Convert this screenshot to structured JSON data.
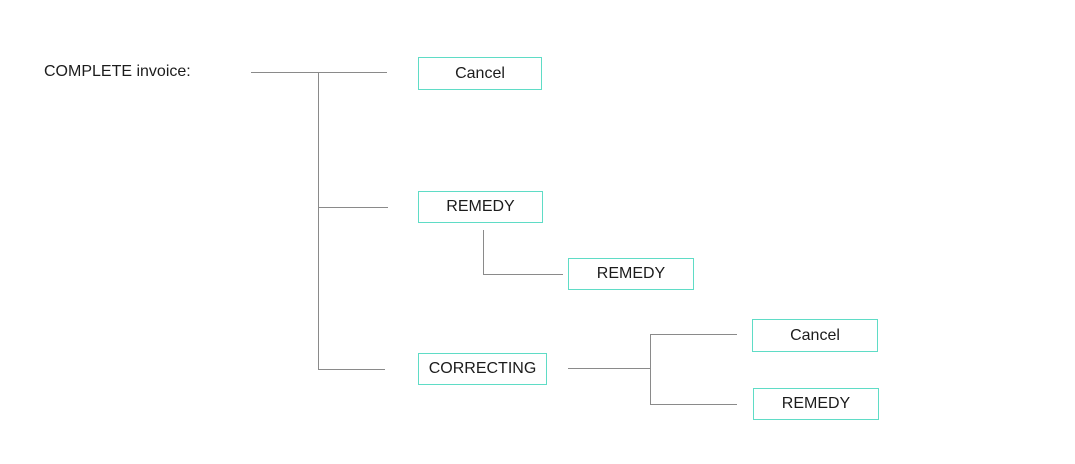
{
  "diagram": {
    "root_label": "COMPLETE invoice:",
    "nodes": [
      {
        "id": "cancel-top",
        "label": "Cancel"
      },
      {
        "id": "remedy-1",
        "label": "REMEDY"
      },
      {
        "id": "remedy-2",
        "label": "REMEDY"
      },
      {
        "id": "correcting",
        "label": "CORRECTING"
      },
      {
        "id": "cancel-right",
        "label": "Cancel"
      },
      {
        "id": "remedy-right",
        "label": "REMEDY"
      }
    ],
    "colors": {
      "node_border": "#5fdcc6",
      "connector": "#8a8a8a",
      "text": "#1c1c1c",
      "background": "#ffffff"
    }
  }
}
